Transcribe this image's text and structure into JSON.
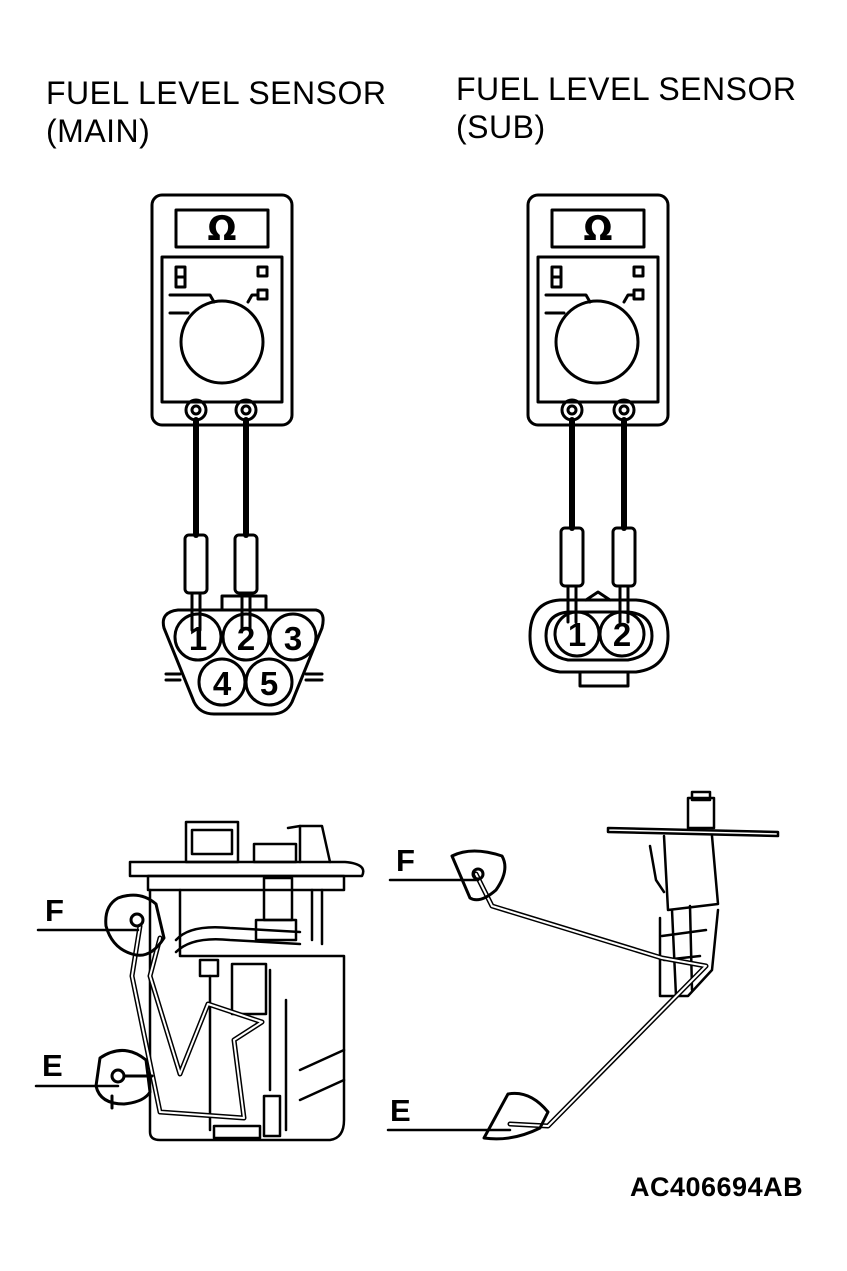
{
  "titles": {
    "main": {
      "line1": "FUEL LEVEL SENSOR",
      "line2": "(MAIN)"
    },
    "sub": {
      "line1": "FUEL LEVEL SENSOR",
      "line2": "(SUB)"
    }
  },
  "meter_symbol": "Ω",
  "connector_main_pins": [
    "1",
    "2",
    "3",
    "4",
    "5"
  ],
  "connector_sub_pins": [
    "1",
    "2"
  ],
  "labels": {
    "f": "F",
    "e": "E"
  },
  "figure_code": "AC406694AB"
}
